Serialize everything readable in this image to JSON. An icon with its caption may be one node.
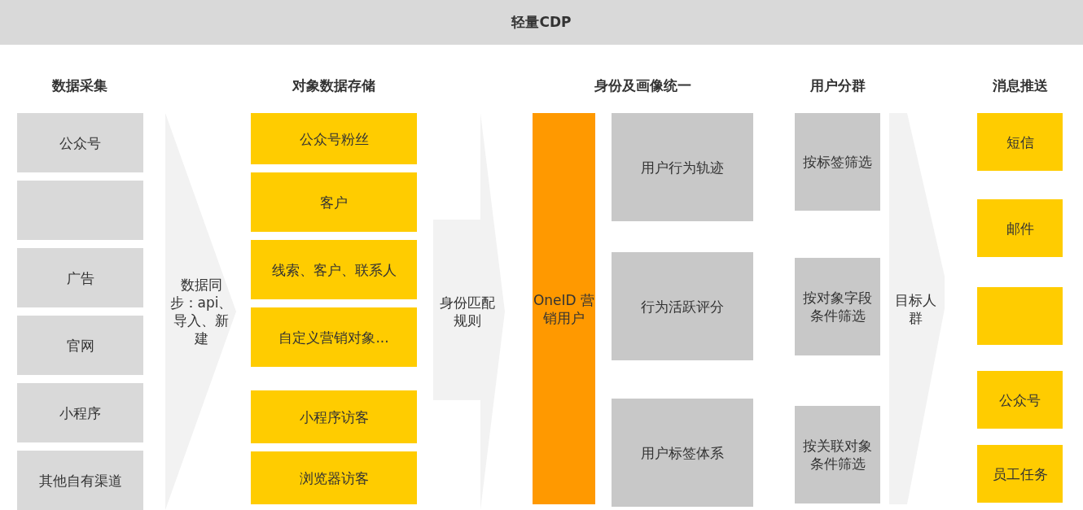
{
  "diagram": {
    "title": "轻量CDP",
    "nodes": [
      {
        "text": [
          "公众号"
        ]
      },
      {
        "text": [],
        "shape": "box"
      },
      {
        "text": [
          "广告"
        ]
      },
      {
        "text": [
          "官网"
        ]
      },
      {
        "text": [
          "小程序"
        ]
      },
      {
        "text": [
          "其他自有渠道"
        ]
      },
      {
        "text": [
          "数据同步：api、导入、新建"
        ]
      },
      {
        "text": [
          "公众号粉丝"
        ]
      },
      {
        "text": [
          "客户"
        ]
      },
      {
        "text": [
          "线索、客户、联系人"
        ]
      },
      {
        "text": [
          "自定义营销对象..."
        ]
      },
      {
        "text": [
          "小程序访客"
        ]
      },
      {
        "text": [
          "浏览器访客"
        ]
      },
      {
        "text": [
          "身份匹配规则"
        ]
      },
      {
        "text": [
          "OneID 营销用户"
        ]
      },
      {
        "text": [
          "用户行为轨迹"
        ]
      },
      {
        "text": [
          "行为活跃评分"
        ]
      },
      {
        "text": [
          "用户标签体系"
        ]
      },
      {
        "text": [
          "按标签筛选"
        ]
      },
      {
        "text": [
          "按对象字段条件筛选"
        ]
      },
      {
        "text": [
          "按关联对象条件筛选"
        ]
      },
      {
        "text": [
          "目标人群"
        ]
      },
      {
        "text": [
          "短信"
        ]
      },
      {
        "text": [
          "邮件"
        ]
      },
      {
        "text": [],
        "shape": "box"
      },
      {
        "text": [
          "公众号"
        ]
      },
      {
        "text": [
          "员工任务"
        ]
      }
    ],
    "labels": [
      "数据采集",
      "对象数据存储",
      "身份及画像统一",
      "用户分群",
      "消息推送"
    ]
  }
}
